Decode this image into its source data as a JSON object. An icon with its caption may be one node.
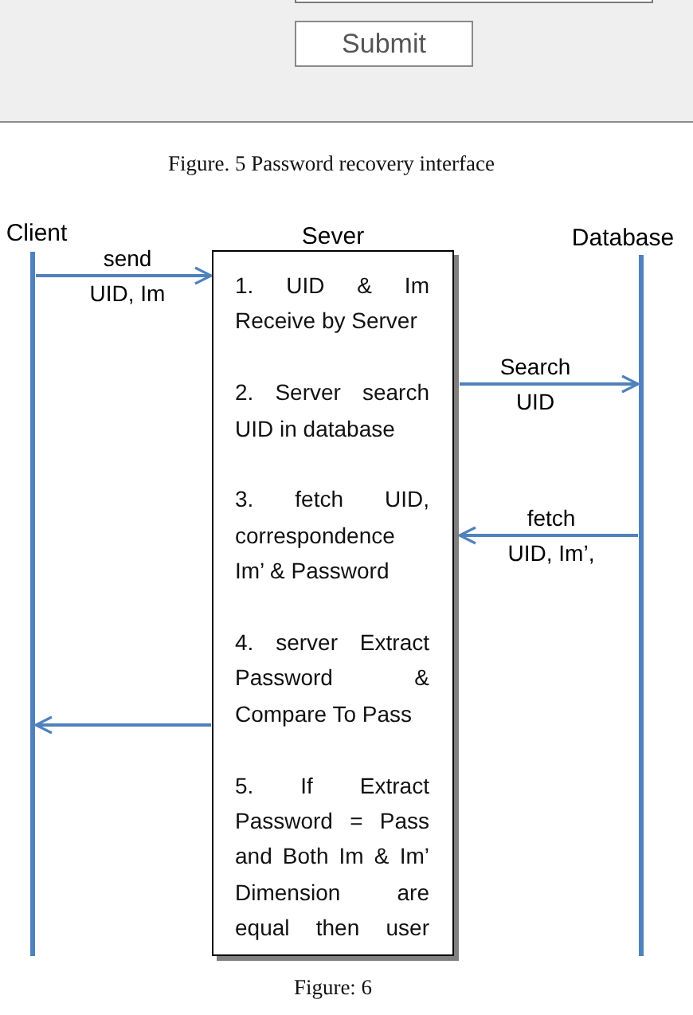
{
  "diagram": {
    "caption": "Figure: 6",
    "nodes": [
      {
        "text": [],
        "shape": "bar",
        "beside": [
          "Client"
        ]
      },
      {
        "text": [
          "Sever",
          "1. UID & Im Receive by Server",
          "2. Server search UID in database",
          "3. fetch UID, correspondence Im’ & Password",
          "4. server Extract Password & Compare To Pass",
          "5. If Extract Password = Pass and Both Im & Im’ Dimension are equal then user"
        ]
      },
      {
        "text": [],
        "shape": "bar",
        "beside": [
          "Database"
        ]
      }
    ],
    "edges": [
      {
        "from": 0,
        "to": 1,
        "arrow": "to",
        "label": "send UID, Im"
      },
      {
        "from": 1,
        "to": 2,
        "arrow": "to",
        "label": "Search UID"
      },
      {
        "from": 2,
        "to": 1,
        "arrow": "to",
        "label": "fetch UID, Im’,"
      },
      {
        "from": 1,
        "to": 0,
        "arrow": "to"
      }
    ],
    "labels": [
      "Submit",
      "Figure. 5 Password recovery interface"
    ]
  }
}
